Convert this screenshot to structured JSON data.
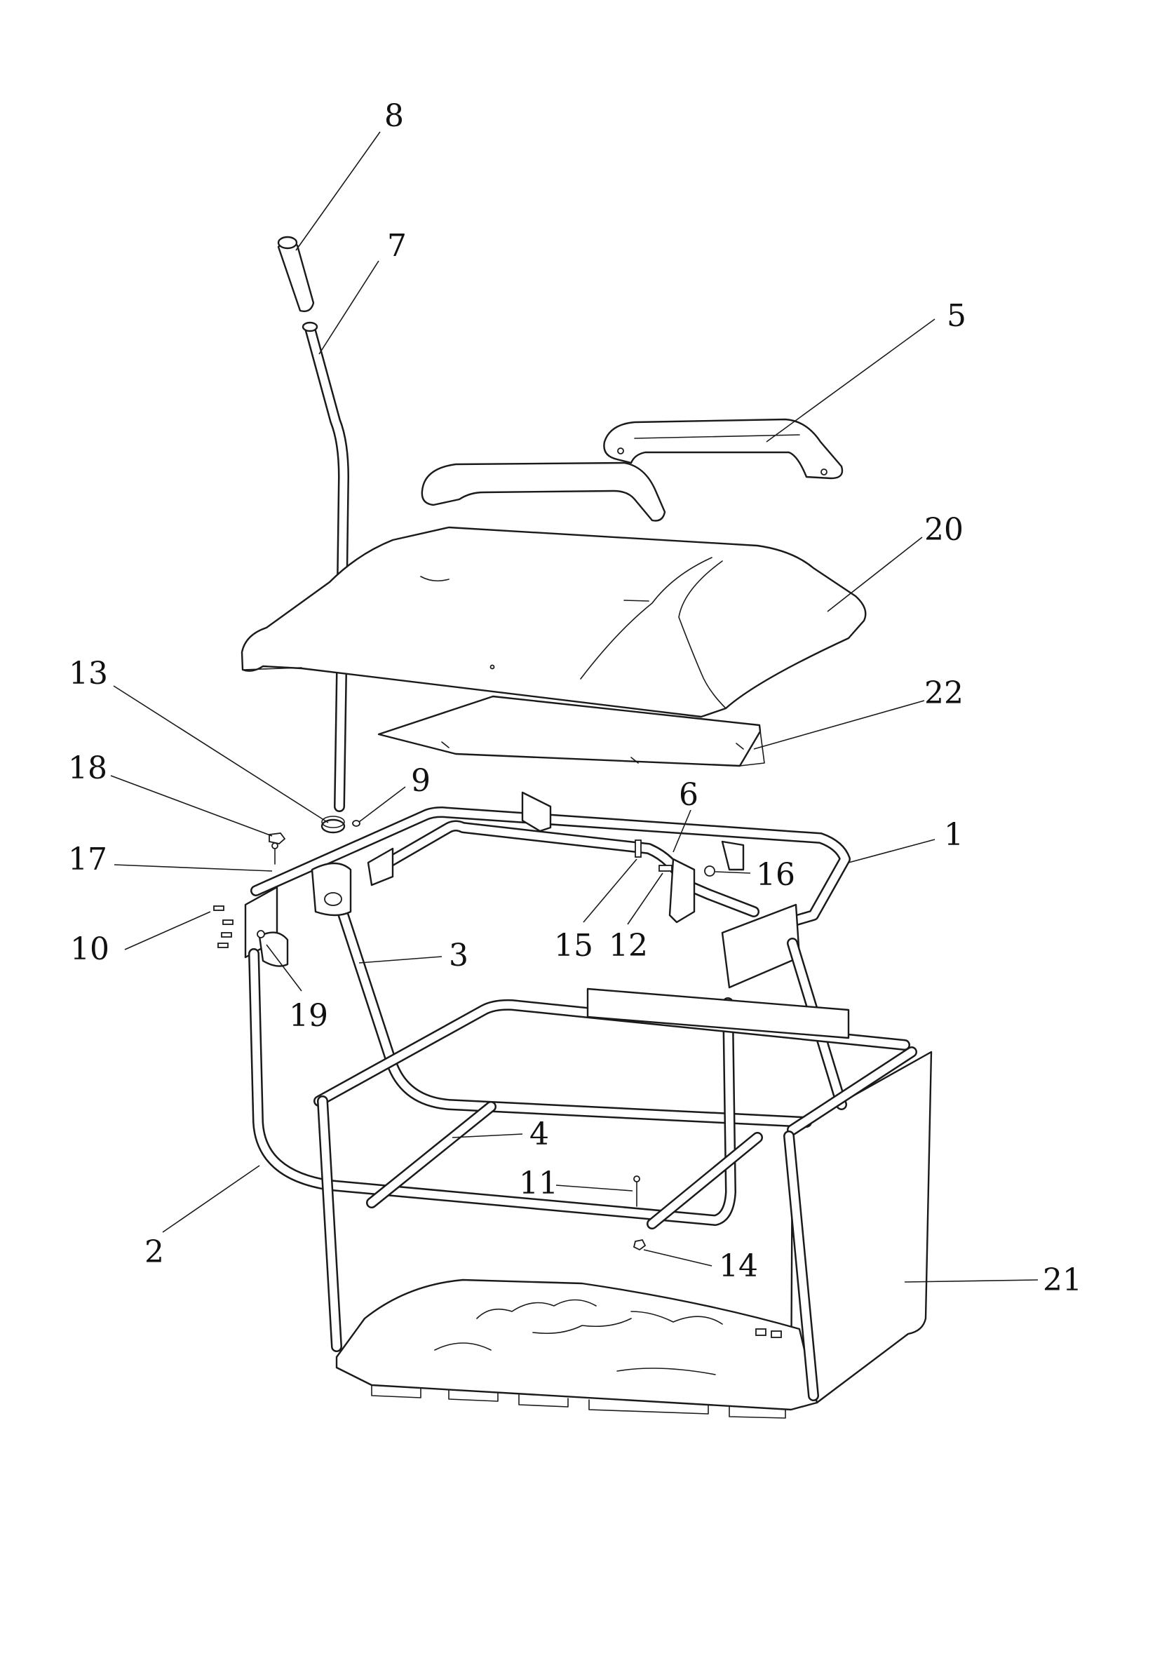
{
  "diagram": {
    "type": "exploded-parts-view",
    "callouts": [
      "1",
      "2",
      "3",
      "4",
      "5",
      "6",
      "7",
      "8",
      "9",
      "10",
      "11",
      "12",
      "13",
      "14",
      "15",
      "16",
      "17",
      "18",
      "19",
      "20",
      "21",
      "22"
    ]
  },
  "colors": {
    "line": "#1a1a1a",
    "background": "#ffffff"
  }
}
